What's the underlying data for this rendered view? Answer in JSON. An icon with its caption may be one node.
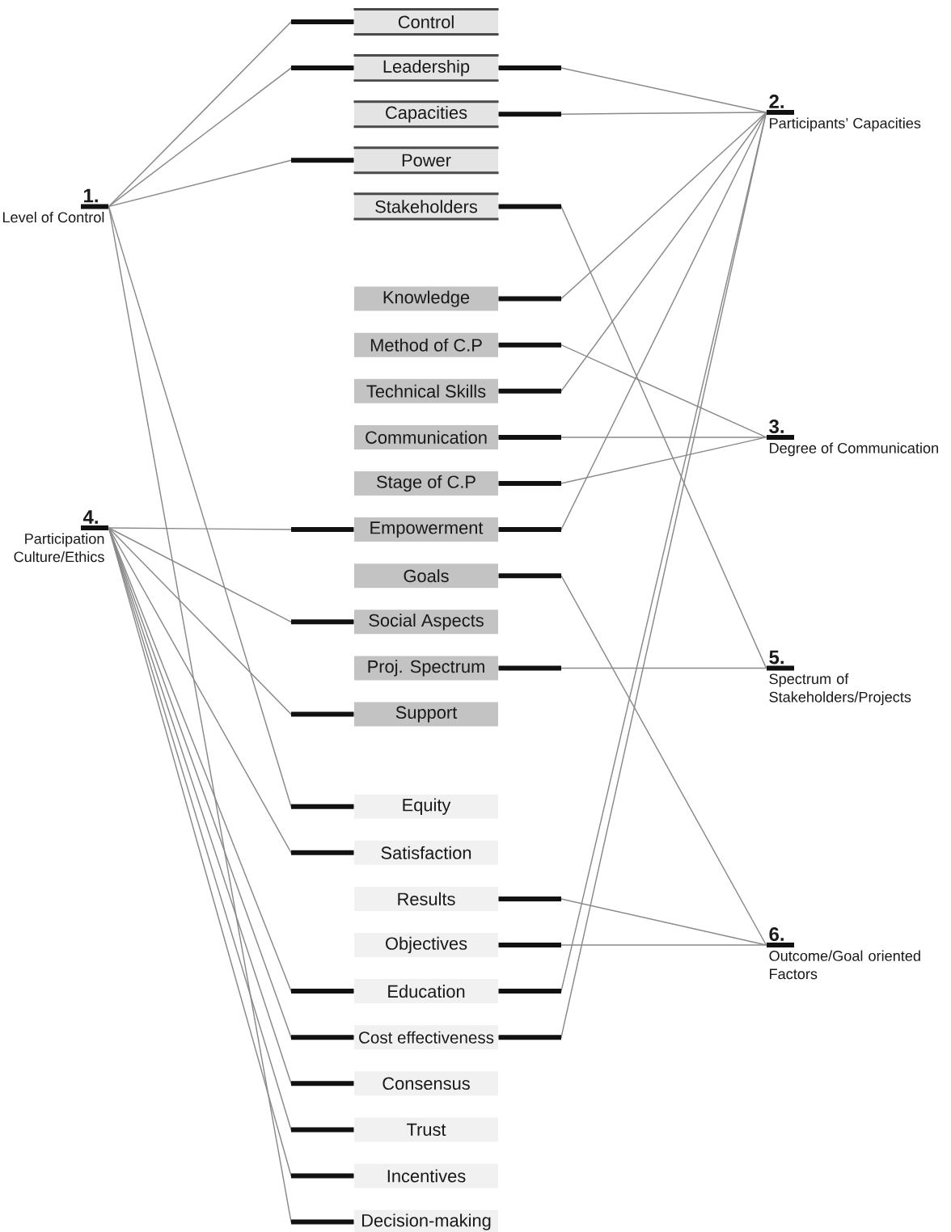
{
  "diagram": {
    "nodes": [
      {
        "text": [
          "1.",
          "Level of Control"
        ]
      },
      {
        "text": [
          "2.",
          "Participants’ Capacities"
        ]
      },
      {
        "text": [
          "3.",
          "Degree of Communication"
        ]
      },
      {
        "text": [
          "4.",
          "Participation Culture/Ethics"
        ]
      },
      {
        "text": [
          "5.",
          "Spectrum of Stakeholders/Projects"
        ]
      },
      {
        "text": [
          "6.",
          "Outcome/Goal oriented Factors"
        ]
      },
      {
        "text": [
          "Control"
        ]
      },
      {
        "text": [
          "Leadership"
        ]
      },
      {
        "text": [
          "Capacities"
        ]
      },
      {
        "text": [
          "Power"
        ]
      },
      {
        "text": [
          "Stakeholders"
        ]
      },
      {
        "text": [
          "Knowledge"
        ]
      },
      {
        "text": [
          "Method of C.P"
        ]
      },
      {
        "text": [
          "Technical Skills"
        ]
      },
      {
        "text": [
          "Communication"
        ]
      },
      {
        "text": [
          "Stage of C.P"
        ]
      },
      {
        "text": [
          "Empowerment"
        ]
      },
      {
        "text": [
          "Goals"
        ]
      },
      {
        "text": [
          "Social Aspects"
        ]
      },
      {
        "text": [
          "Proj. Spectrum"
        ]
      },
      {
        "text": [
          "Support"
        ]
      },
      {
        "text": [
          "Equity"
        ]
      },
      {
        "text": [
          "Satisfaction"
        ]
      },
      {
        "text": [
          "Results"
        ]
      },
      {
        "text": [
          "Objectives"
        ]
      },
      {
        "text": [
          "Education"
        ]
      },
      {
        "text": [
          "Cost effectiveness"
        ]
      },
      {
        "text": [
          "Consensus"
        ]
      },
      {
        "text": [
          "Trust"
        ]
      },
      {
        "text": [
          "Incentives"
        ]
      },
      {
        "text": [
          "Decision-making"
        ]
      }
    ],
    "edges": [
      {
        "from": 0,
        "to": 6,
        "arrow": "none"
      },
      {
        "from": 0,
        "to": 7,
        "arrow": "none"
      },
      {
        "from": 0,
        "to": 9,
        "arrow": "none"
      },
      {
        "from": 0,
        "to": 21,
        "arrow": "none"
      },
      {
        "from": 0,
        "to": 30,
        "arrow": "none"
      },
      {
        "from": 1,
        "to": 7,
        "arrow": "none"
      },
      {
        "from": 1,
        "to": 8,
        "arrow": "none"
      },
      {
        "from": 1,
        "to": 11,
        "arrow": "none"
      },
      {
        "from": 1,
        "to": 13,
        "arrow": "none"
      },
      {
        "from": 1,
        "to": 16,
        "arrow": "none"
      },
      {
        "from": 1,
        "to": 25,
        "arrow": "none"
      },
      {
        "from": 1,
        "to": 26,
        "arrow": "none"
      },
      {
        "from": 2,
        "to": 12,
        "arrow": "none"
      },
      {
        "from": 2,
        "to": 14,
        "arrow": "none"
      },
      {
        "from": 2,
        "to": 15,
        "arrow": "none"
      },
      {
        "from": 3,
        "to": 16,
        "arrow": "none"
      },
      {
        "from": 3,
        "to": 18,
        "arrow": "none"
      },
      {
        "from": 3,
        "to": 20,
        "arrow": "none"
      },
      {
        "from": 3,
        "to": 22,
        "arrow": "none"
      },
      {
        "from": 3,
        "to": 25,
        "arrow": "none"
      },
      {
        "from": 3,
        "to": 26,
        "arrow": "none"
      },
      {
        "from": 3,
        "to": 27,
        "arrow": "none"
      },
      {
        "from": 3,
        "to": 28,
        "arrow": "none"
      },
      {
        "from": 3,
        "to": 29,
        "arrow": "none"
      },
      {
        "from": 4,
        "to": 10,
        "arrow": "none"
      },
      {
        "from": 4,
        "to": 19,
        "arrow": "none"
      },
      {
        "from": 5,
        "to": 17,
        "arrow": "none"
      },
      {
        "from": 5,
        "to": 23,
        "arrow": "none"
      },
      {
        "from": 5,
        "to": 24,
        "arrow": "none"
      }
    ]
  }
}
